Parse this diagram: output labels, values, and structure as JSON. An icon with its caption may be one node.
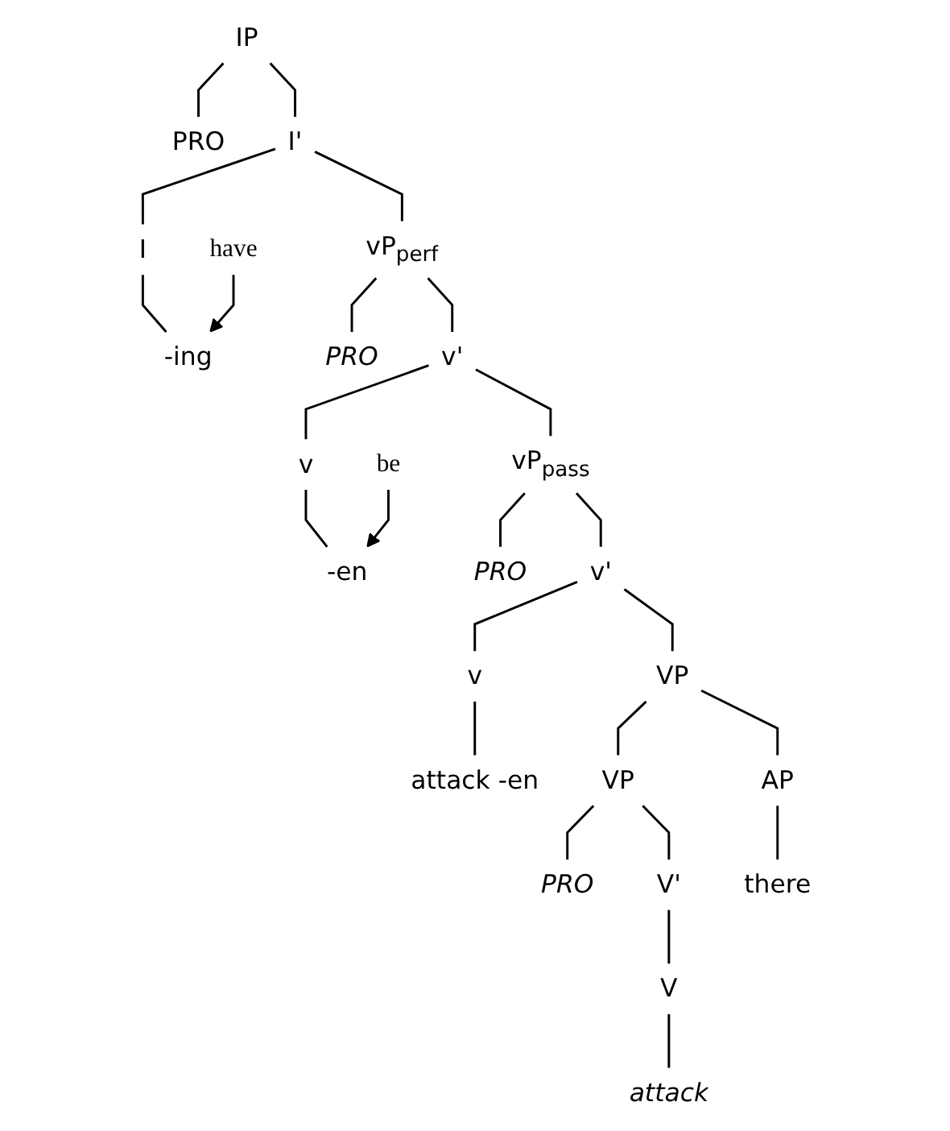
{
  "diagram": {
    "nodes": [
      {
        "text": [
          "IP"
        ]
      },
      {
        "text": [
          "PRO"
        ]
      },
      {
        "text": [
          "I'"
        ]
      },
      {
        "text": [
          "I"
        ]
      },
      {
        "text": [
          "vP$_{perf}$"
        ]
      },
      {
        "text": [
          "-ing"
        ]
      },
      {
        "text": [
          "PRO"
        ]
      },
      {
        "text": [
          "v'"
        ]
      },
      {
        "text": [
          "v"
        ]
      },
      {
        "text": [
          "vP$_{pass}$"
        ]
      },
      {
        "text": [
          "have"
        ]
      },
      {
        "text": [
          "-en"
        ]
      },
      {
        "text": [
          "PRO"
        ]
      },
      {
        "text": [
          "v'"
        ]
      },
      {
        "text": [
          "v"
        ]
      },
      {
        "text": [
          "VP"
        ]
      },
      {
        "text": [
          "be"
        ]
      },
      {
        "text": [
          "attack -en"
        ]
      },
      {
        "text": [
          "VP"
        ]
      },
      {
        "text": [
          "AP"
        ]
      },
      {
        "text": [
          "PRO"
        ]
      },
      {
        "text": [
          "V'"
        ]
      },
      {
        "text": [
          "there"
        ]
      },
      {
        "text": [
          "V"
        ]
      },
      {
        "text": [
          "attack"
        ]
      }
    ],
    "edges": [
      {
        "from": 0,
        "to": 1,
        "arrow": "none"
      },
      {
        "from": 0,
        "to": 2,
        "arrow": "none"
      },
      {
        "from": 2,
        "to": 3,
        "arrow": "none"
      },
      {
        "from": 2,
        "to": 4,
        "arrow": "none"
      },
      {
        "from": 3,
        "to": 5,
        "arrow": "none"
      },
      {
        "from": 4,
        "to": 6,
        "arrow": "none"
      },
      {
        "from": 4,
        "to": 7,
        "arrow": "none"
      },
      {
        "from": 7,
        "to": 8,
        "arrow": "none"
      },
      {
        "from": 7,
        "to": 9,
        "arrow": "none"
      },
      {
        "from": 8,
        "to": 11,
        "arrow": "none"
      },
      {
        "from": 9,
        "to": 12,
        "arrow": "none"
      },
      {
        "from": 9,
        "to": 13,
        "arrow": "none"
      },
      {
        "from": 13,
        "to": 14,
        "arrow": "none"
      },
      {
        "from": 13,
        "to": 15,
        "arrow": "none"
      },
      {
        "from": 14,
        "to": 17,
        "arrow": "none"
      },
      {
        "from": 15,
        "to": 18,
        "arrow": "none"
      },
      {
        "from": 15,
        "to": 19,
        "arrow": "none"
      },
      {
        "from": 18,
        "to": 20,
        "arrow": "none"
      },
      {
        "from": 18,
        "to": 21,
        "arrow": "none"
      },
      {
        "from": 19,
        "to": 22,
        "arrow": "none"
      },
      {
        "from": 21,
        "to": 23,
        "arrow": "none"
      },
      {
        "from": 23,
        "to": 24,
        "arrow": "none"
      },
      {
        "from": 10,
        "to": 5,
        "arrow": "to"
      },
      {
        "from": 16,
        "to": 11,
        "arrow": "to"
      }
    ]
  }
}
